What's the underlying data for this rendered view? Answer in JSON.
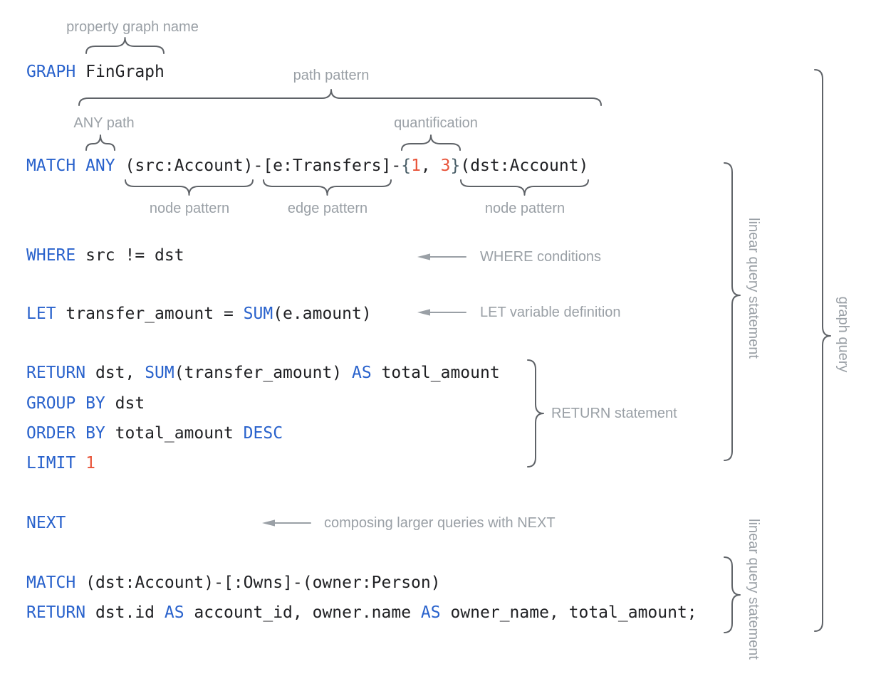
{
  "colors": {
    "keyword": "#2962cc",
    "code_text": "#202124",
    "number": "#e8543a",
    "quant_brace": "#455a64",
    "label_gray": "#9aa0a6",
    "brace_gray": "#5f6368",
    "background": "#ffffff"
  },
  "code": {
    "graph_clause": [
      [
        "kw",
        "GRAPH"
      ],
      [
        "tx",
        " FinGraph"
      ]
    ],
    "match_clause": [
      [
        "kw",
        "MATCH ANY"
      ],
      [
        "tx",
        " (src:Account)-[e:Transfers]-"
      ],
      [
        "br",
        "{"
      ],
      [
        "num",
        "1"
      ],
      [
        "tx",
        ", "
      ],
      [
        "num",
        "3"
      ],
      [
        "br",
        "}"
      ],
      [
        "tx",
        "(dst:Account)"
      ]
    ],
    "where_clause": [
      [
        "kw",
        "WHERE"
      ],
      [
        "tx",
        " src != dst"
      ]
    ],
    "let_clause": [
      [
        "kw",
        "LET"
      ],
      [
        "tx",
        " transfer_amount = "
      ],
      [
        "kw",
        "SUM"
      ],
      [
        "tx",
        "(e.amount)"
      ]
    ],
    "return_clause": [
      [
        "kw",
        "RETURN"
      ],
      [
        "tx",
        " dst, "
      ],
      [
        "kw",
        "SUM"
      ],
      [
        "tx",
        "(transfer_amount) "
      ],
      [
        "kw",
        "AS"
      ],
      [
        "tx",
        " total_amount"
      ]
    ],
    "group_by_clause": [
      [
        "kw",
        "GROUP BY"
      ],
      [
        "tx",
        " dst"
      ]
    ],
    "order_by_clause": [
      [
        "kw",
        "ORDER BY"
      ],
      [
        "tx",
        " total_amount "
      ],
      [
        "kw",
        "DESC"
      ]
    ],
    "limit_clause": [
      [
        "kw",
        "LIMIT"
      ],
      [
        "tx",
        " "
      ],
      [
        "num",
        "1"
      ]
    ],
    "next_clause": [
      [
        "kw",
        "NEXT"
      ]
    ],
    "match2_clause": [
      [
        "kw",
        "MATCH"
      ],
      [
        "tx",
        " (dst:Account)-[:Owns]-(owner:Person)"
      ]
    ],
    "return2_clause": [
      [
        "kw",
        "RETURN"
      ],
      [
        "tx",
        " dst.id "
      ],
      [
        "kw",
        "AS"
      ],
      [
        "tx",
        " account_id, owner.name "
      ],
      [
        "kw",
        "AS"
      ],
      [
        "tx",
        " owner_name, total_amount;"
      ]
    ]
  },
  "labels": {
    "property_graph_name": "property graph name",
    "path_pattern": "path pattern",
    "any_path": "ANY path",
    "quantification": "quantification",
    "node_pattern_left": "node pattern",
    "edge_pattern": "edge pattern",
    "node_pattern_right": "node pattern",
    "where_conditions": "WHERE conditions",
    "let_variable_definition": "LET variable definition",
    "return_statement": "RETURN statement",
    "composing_with_next": "composing larger queries with NEXT",
    "linear_query_statement_1": "linear query statement",
    "linear_query_statement_2": "linear query statement",
    "graph_query": "graph query"
  }
}
